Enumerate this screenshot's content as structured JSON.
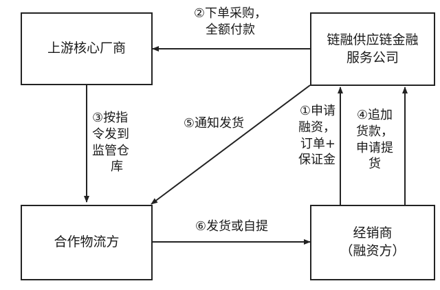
{
  "nodes": {
    "upstream": {
      "label": "上游核心厂商"
    },
    "finance": {
      "line1": "链融供应链金融",
      "line2": "服务公司"
    },
    "logistics": {
      "label": "合作物流方"
    },
    "dealer": {
      "line1": "经销商",
      "line2": "（融资方）"
    }
  },
  "edges": {
    "step1": {
      "lines": [
        "①申请",
        "融资，",
        "订单+",
        "保证金"
      ]
    },
    "step2": {
      "lines": [
        "②下单采购，",
        "全额付款"
      ]
    },
    "step3": {
      "lines": [
        "③按指",
        "令发到",
        "监管仓",
        "库"
      ]
    },
    "step4": {
      "lines": [
        "④追加",
        "货款，",
        "申请提",
        "货"
      ]
    },
    "step5": {
      "lines": [
        "⑤通知发货"
      ]
    },
    "step6": {
      "lines": [
        "⑥发货或自提"
      ]
    }
  },
  "colors": {
    "line": "#222222",
    "text": "#1a1a1a",
    "background": "#ffffff"
  }
}
